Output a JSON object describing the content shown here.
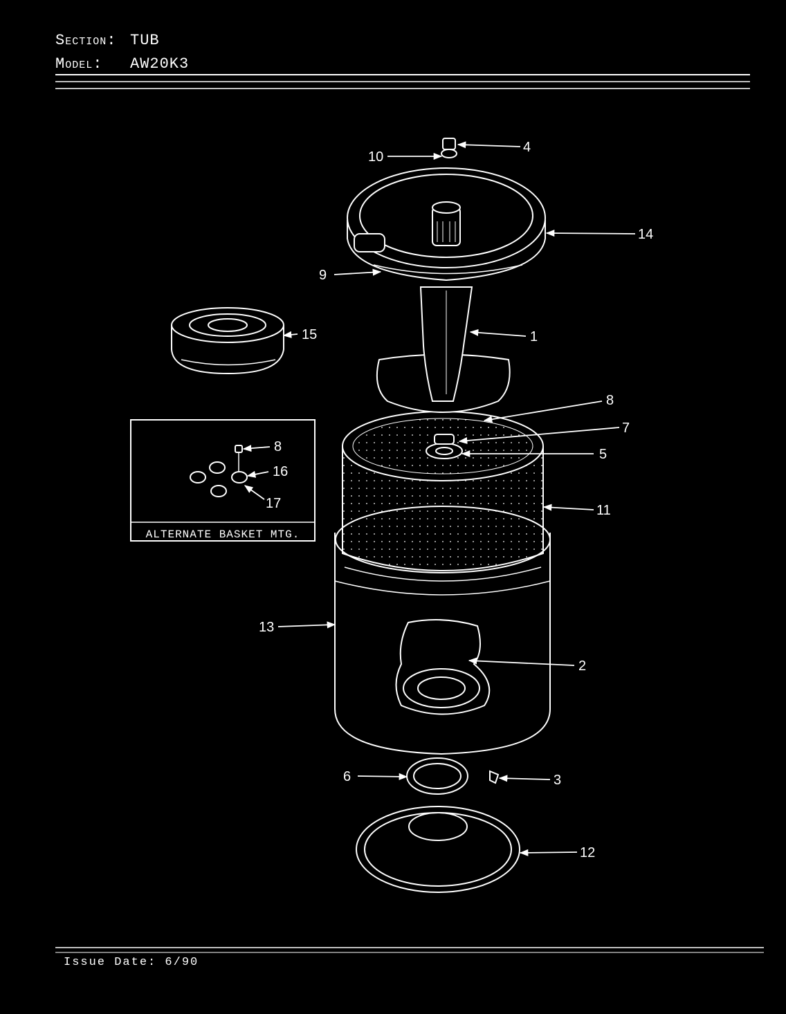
{
  "header": {
    "section_label": "Section:",
    "section_value": "TUB",
    "model_label": "Model:",
    "model_value": "AW20K3"
  },
  "footer": {
    "issue_date": "Issue Date: 6/90"
  },
  "inset": {
    "caption": "ALTERNATE BASKET MTG."
  },
  "callouts": {
    "c1": "1",
    "c2": "2",
    "c3": "3",
    "c4": "4",
    "c5": "5",
    "c6": "6",
    "c7": "7",
    "c8": "8",
    "c9": "9",
    "c10": "10",
    "c11": "11",
    "c12": "12",
    "c13": "13",
    "c14": "14",
    "c15": "15",
    "inset_c8": "8",
    "inset_c16": "16",
    "inset_c17": "17"
  }
}
